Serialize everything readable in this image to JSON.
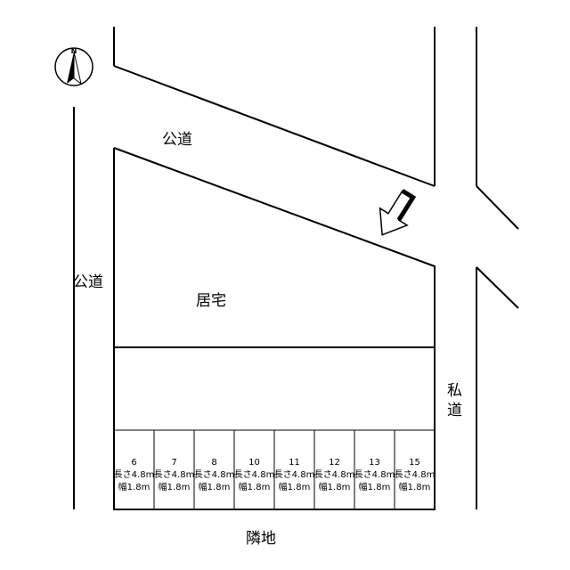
{
  "compass": {
    "label": "N"
  },
  "labels": {
    "public_road_top": "公道",
    "public_road_left": "公道",
    "residence": "居宅",
    "private_road_char1": "私",
    "private_road_char2": "道",
    "neighbor_land": "隣地"
  },
  "parking_spaces": [
    {
      "number": "6",
      "length": "長さ4.8m",
      "width": "幅1.8m"
    },
    {
      "number": "7",
      "length": "長さ4.8m",
      "width": "幅1.8m"
    },
    {
      "number": "8",
      "length": "長さ4.8m",
      "width": "幅1.8m"
    },
    {
      "number": "10",
      "length": "長さ4.8m",
      "width": "幅1.8m"
    },
    {
      "number": "11",
      "length": "長さ4.8m",
      "width": "幅1.8m"
    },
    {
      "number": "12",
      "length": "長さ4.8m",
      "width": "幅1.8m"
    },
    {
      "number": "13",
      "length": "長さ4.8m",
      "width": "幅1.8m"
    },
    {
      "number": "15",
      "length": "長さ4.8m",
      "width": "幅1.8m"
    }
  ]
}
